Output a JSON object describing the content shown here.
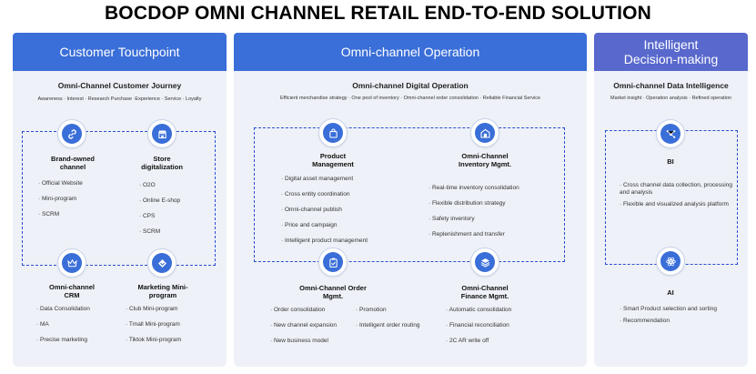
{
  "title": "BOCDOP OMNI CHANNEL RETAIL END-TO-END SOLUTION",
  "colors": {
    "header_blue": "#3a6ed8",
    "header_purple": "#5868cc",
    "dash_blue": "#2a4fd0",
    "panel_bg": "#eef1f7"
  },
  "customer": {
    "header": "Customer Touchpoint",
    "subtitle": "Omni-Channel Customer Journey",
    "tags": "Awareness · Interest  · Research Purchase  ·Experience   · Service   · Loyalty",
    "brand": {
      "icon": "link-icon",
      "label": "Brand-owned channel",
      "items": [
        "Official Website",
        "Mini-program",
        "SCRM"
      ]
    },
    "store": {
      "icon": "store-icon",
      "label": "Store digitalization",
      "items": [
        "O2O",
        "Online E-shop",
        "CPS",
        "SCRM"
      ]
    },
    "crm": {
      "icon": "crown-icon",
      "label": "Omni-channel CRM",
      "items": [
        "Data Consolidation",
        "MA",
        "Precise marketing"
      ]
    },
    "mini": {
      "icon": "diamond-icon",
      "label": "Marketing Mini-program",
      "items": [
        "Club Mini-program",
        "Tmall Mini-program",
        "Tiktok Mini-program"
      ]
    }
  },
  "operation": {
    "header": "Omni-channel Operation",
    "subtitle": "Omni-channel Digital Operation",
    "tags": "Efficient merchandise strategy · One pool of inventory   · Omni-channel order  consolidation   · Reliable Financial Service",
    "product": {
      "icon": "bag-icon",
      "label": "Product Management",
      "items": [
        "Digital asset management",
        "Cross entity coordination",
        "Omni-channel publish",
        "Price and campaign",
        "Intelligent product management"
      ]
    },
    "inventory": {
      "icon": "warehouse-icon",
      "label": "Omni-Channel Inventory Mgmt.",
      "items": [
        "Real-time inventory consolidation",
        "Flexible distribution strategy",
        "Safety inventory",
        "Replenishment and transfer"
      ]
    },
    "order": {
      "icon": "clipboard-icon",
      "label": "Omni-Channel Order Mgmt.",
      "items_left": [
        "Order consolidation",
        "New channel expansion",
        "New business model"
      ],
      "items_right": [
        "Promotion",
        "Intelligent order routing"
      ]
    },
    "finance": {
      "icon": "layers-icon",
      "label": "Omni-Channel Finance Mgmt.",
      "items": [
        "Automatic consolidation",
        "Financial reconciliation",
        "2C AR write off"
      ]
    }
  },
  "intelligence": {
    "header_line1": "Intelligent",
    "header_line2": "Decision-making",
    "subtitle": "Omni-channel Data Intelligence",
    "tags": "Market insight  · Operation analysis  · Refined operation",
    "bi": {
      "icon": "network-icon",
      "label": "BI",
      "items": [
        "Cross channel data collection, processing and analysis",
        "Flexible and visualized analysis platform"
      ]
    },
    "ai": {
      "icon": "atom-icon",
      "label": "AI",
      "items": [
        "Smart Product selection and sorting",
        "Recommendation"
      ]
    }
  }
}
